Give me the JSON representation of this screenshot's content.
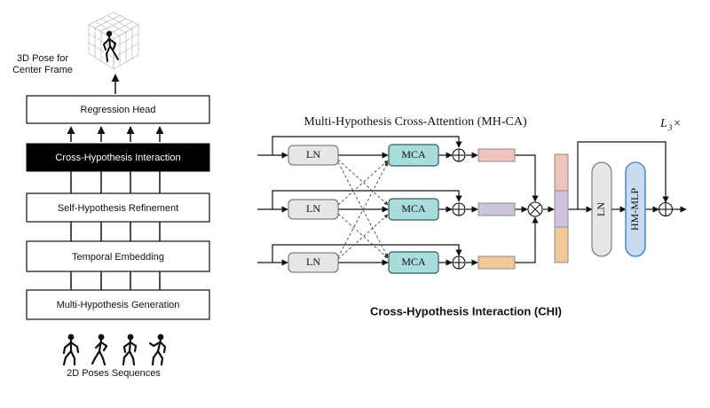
{
  "left_panel": {
    "top_label": [
      "3D Pose for",
      "Center Frame"
    ],
    "stages": {
      "regression": "Regression Head",
      "chi": "Cross-Hypothesis Interaction",
      "shr": "Self-Hypothesis Refinement",
      "temporal": "Temporal Embedding",
      "mhg": "Multi-Hypothesis Generation"
    },
    "bottom_label": "2D Poses Sequences"
  },
  "right_panel": {
    "mhca_title": "Multi-Hypothesis Cross-Attention (MH-CA)",
    "repeat_label": "L",
    "repeat_sub": "3",
    "repeat_suffix": " ×",
    "ln_label": "LN",
    "mca_label": "MCA",
    "final_ln_label": "LN",
    "mlp_label": "HM-MLP",
    "caption": "Cross-Hypothesis Interaction (CHI)"
  },
  "colors": {
    "hyp1": "#f2c2bd",
    "hyp2": "#cdc3dd",
    "hyp3": "#f2c899",
    "mca_fill": "#a9dcdc",
    "ln_fill": "#e6e6e6",
    "mlp_fill": "#c9dcef",
    "mlp_border": "#4f8fd0"
  }
}
